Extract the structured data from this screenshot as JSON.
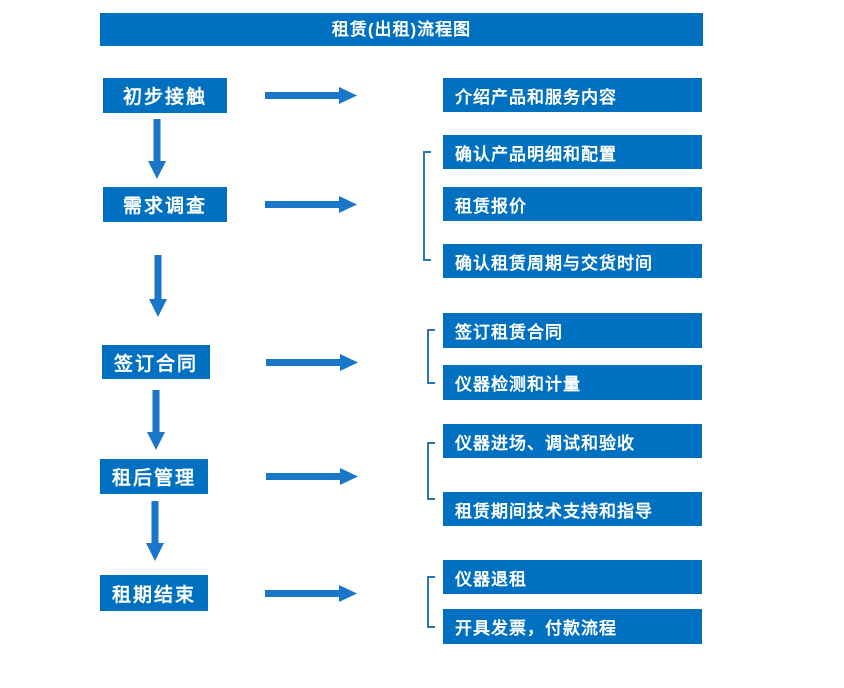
{
  "title": "租赁(出租)流程图",
  "colors": {
    "box_fill": "#0070c0",
    "arrow_fill": "#1a76c8",
    "bracket_line": "#2e75b6",
    "text": "#ffffff",
    "background": "#ffffff"
  },
  "stages": [
    {
      "label": "初步接触",
      "details": [
        "介绍产品和服务内容"
      ]
    },
    {
      "label": "需求调查",
      "details": [
        "确认产品明细和配置",
        "租赁报价",
        "确认租赁周期与交货时间"
      ]
    },
    {
      "label": "签订合同",
      "details": [
        "签订租赁合同",
        "仪器检测和计量"
      ]
    },
    {
      "label": "租后管理",
      "details": [
        "仪器进场、调试和验收",
        "租赁期间技术支持和指导"
      ]
    },
    {
      "label": "租期结束",
      "details": [
        "仪器退租",
        "开具发票，付款流程"
      ]
    }
  ]
}
